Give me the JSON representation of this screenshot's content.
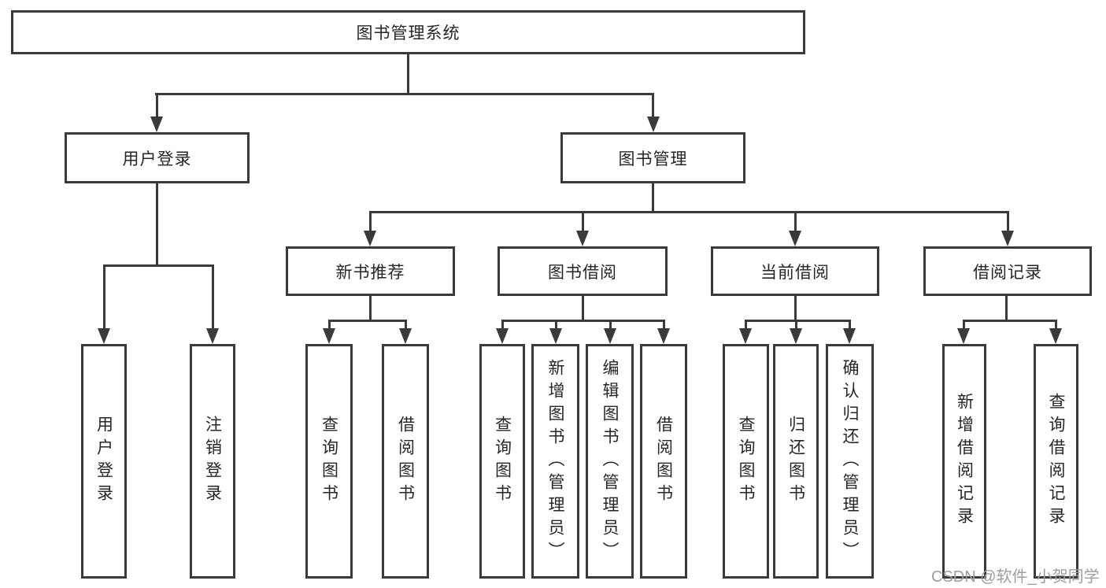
{
  "tree": {
    "root": {
      "label": "图书管理系统"
    },
    "branches": [
      {
        "label": "用户登录",
        "children": [
          {
            "label": "用户登录"
          },
          {
            "label": "注销登录"
          }
        ]
      },
      {
        "label": "图书管理",
        "children": [
          {
            "label": "新书推荐",
            "children": [
              {
                "label": "查询图书"
              },
              {
                "label": "借阅图书"
              }
            ]
          },
          {
            "label": "图书借阅",
            "children": [
              {
                "label": "查询图书"
              },
              {
                "label": "新增图书（管理员）"
              },
              {
                "label": "编辑图书（管理员）"
              },
              {
                "label": "借阅图书"
              }
            ]
          },
          {
            "label": "当前借阅",
            "children": [
              {
                "label": "查询图书"
              },
              {
                "label": "归还图书"
              },
              {
                "label": "确认归还（管理员）"
              }
            ]
          },
          {
            "label": "借阅记录",
            "children": [
              {
                "label": "新增借阅记录"
              },
              {
                "label": "查询借阅记录"
              }
            ]
          }
        ]
      }
    ]
  },
  "watermark": {
    "text": "CSDN @软件_小贺同学"
  },
  "colors": {
    "line": "#3a3a3a",
    "text": "#262626",
    "watermark": "#9e9e9e",
    "background": "#ffffff"
  }
}
